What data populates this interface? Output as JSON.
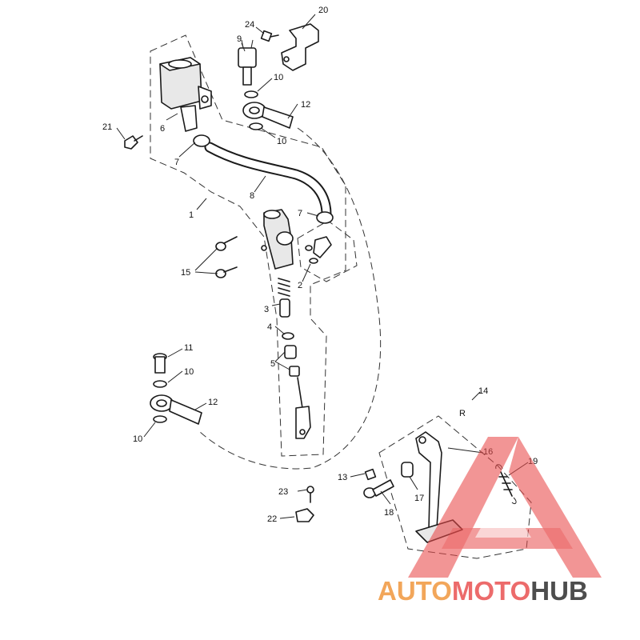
{
  "callouts": {
    "c1": "1",
    "c2": "2",
    "c3": "3",
    "c4": "4",
    "c5": "5",
    "c6": "6",
    "c7a": "7",
    "c7b": "7",
    "c8": "8",
    "c9": "9",
    "c10a": "10",
    "c10b": "10",
    "c10c": "10",
    "c10d": "10",
    "c11": "11",
    "c12a": "12",
    "c12b": "12",
    "c13": "13",
    "c14": "14",
    "c15": "15",
    "c16": "16",
    "c17": "17",
    "c18": "18",
    "c19": "19",
    "c20": "20",
    "c21": "21",
    "c22": "22",
    "c23": "23",
    "c24": "24",
    "r_symbol": "R"
  },
  "watermark": {
    "part1": "AUTO",
    "part2": "MOTO",
    "part3": "HUB",
    "colors": {
      "auto": "#f2a65a",
      "moto": "#ec6b6b",
      "hub": "#4d4d4d",
      "triangle": "#e84a4a"
    }
  }
}
